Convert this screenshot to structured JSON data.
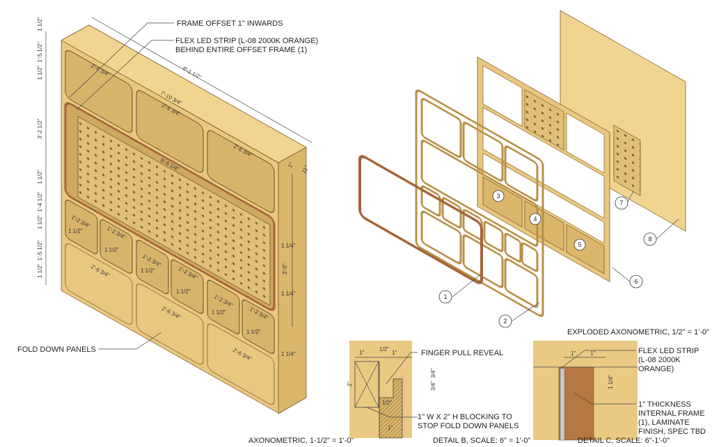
{
  "notes": {
    "frame_offset": "FRAME OFFSET 1\" INWARDS",
    "led_strip_line1": "FLEX LED STRIP (L-08 2000K ORANGE)",
    "led_strip_line2": "BEHIND ENTIRE OFFSET FRAME (1)",
    "fold_down": "FOLD DOWN PANELS"
  },
  "dimensions": {
    "overall_width": "8'-1 1/2\"",
    "inner_width": "7'-10 3/4\"",
    "top_cubby": "2'-6 3/4\"",
    "pegboard": "9'-8 1/4\"",
    "depth_1": "1\"",
    "depth_11": "11\"",
    "left_heights": [
      "1 1/2\"",
      "1'-5 1/2\"",
      "1 1/2\"",
      "3'-2 1/2\"",
      "1 1/2\"",
      "1'-4 1/2\"",
      "1 1/2\"",
      "1'-5 1/2\"",
      "1 1/2\""
    ],
    "small_cubby": "1'-2 3/4\"",
    "small_gap": "1 1/2\"",
    "fold_panel": "2'-6 3/4\"",
    "right_3ft": "3'-0\"",
    "right_small": "1 1/4\""
  },
  "titles": {
    "axonometric": "AXONOMETRIC, 1-1/2\" = 1'-0\"",
    "exploded": "EXPLODED AXONOMETRIC, 1/2\" = 1'-0\"",
    "detail_b": "DETAIL B, SCALE: 6\" = 1'-0\"",
    "detail_c": "DETAIL C, SCALE: 6\"-1'-0\""
  },
  "callouts": [
    "1",
    "2",
    "3",
    "4",
    "5",
    "6",
    "7",
    "8"
  ],
  "detail_b": {
    "dim_1a": "1\"",
    "dim_half": "1/2\"",
    "dim_1b": "1\"",
    "dim_2": "2\"",
    "dim_34a": "3/4\"",
    "dim_34b": "3/4\"",
    "dim_half_b": "1/2\"",
    "dim_1c": "1\"",
    "finger_pull": "FINGER PULL REVEAL",
    "blocking_line1": "1\" W X 2\" H BLOCKING TO",
    "blocking_line2": "STOP FOLD DOWN PANELS"
  },
  "detail_c": {
    "dim_1a": "1\"",
    "dim_1b": "1\"",
    "dim_114": "1 1/4\"",
    "led_line1": "FLEX LED STRIP",
    "led_line2": "(L-08 2000K",
    "led_line3": "ORANGE)",
    "frame_line1": "1\" THICKNESS",
    "frame_line2": "INTERNAL FRAME",
    "frame_line3": "(1), LAMINATE",
    "frame_line4": "FINISH, SPEC TBD"
  },
  "colors": {
    "wood": "#e9c77f",
    "led": "#a5643a",
    "laminate": "#b57840"
  }
}
